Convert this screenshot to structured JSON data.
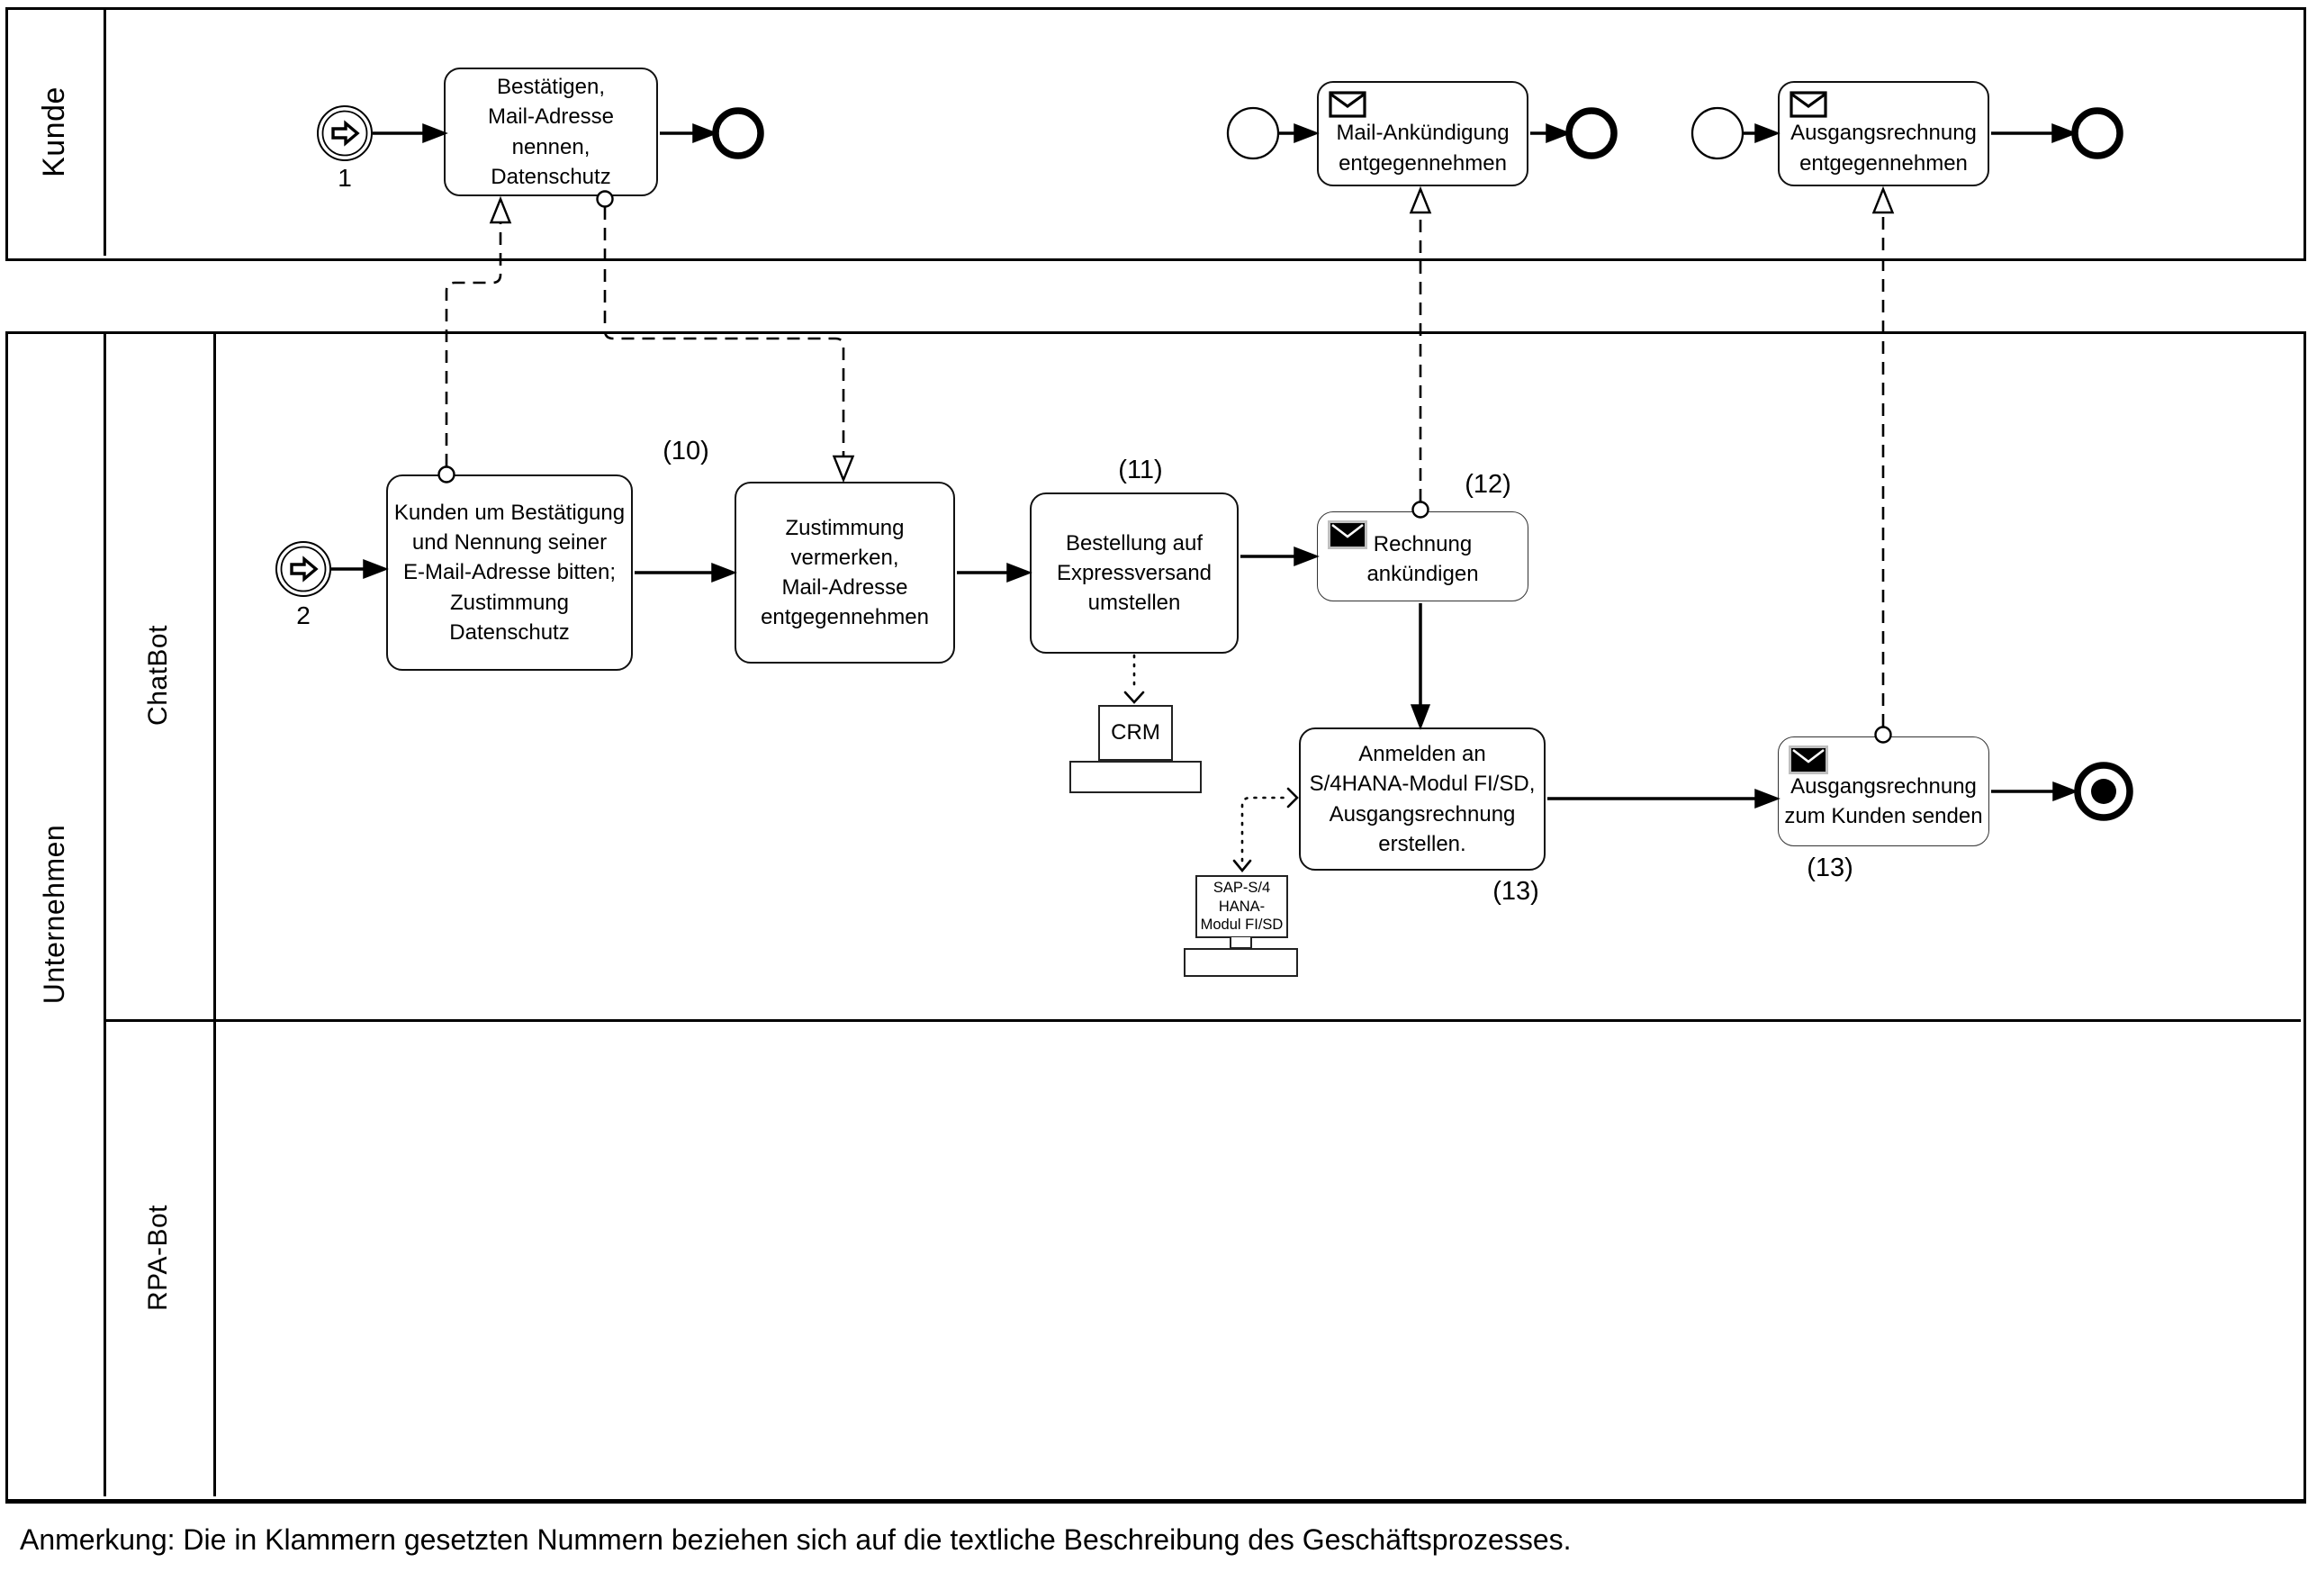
{
  "pools": {
    "kunde": {
      "label": "Kunde"
    },
    "unternehmen": {
      "label": "Unternehmen",
      "lanes": {
        "chatbot": {
          "label": "ChatBot"
        },
        "rpabot": {
          "label": "RPA-Bot"
        }
      }
    }
  },
  "events": {
    "start_kunde": {
      "label": "1",
      "type": "link-start"
    },
    "start_chatbot": {
      "label": "2",
      "type": "link-start"
    }
  },
  "tasks": {
    "bestaetigen": {
      "label": "Bestätigen,\nMail-Adresse\nnennen,\nDatenschutz"
    },
    "mail_ankuendigung": {
      "label": "Mail-Ankündigung\nentgegennehmen",
      "icon": "envelope-outline"
    },
    "ausgangsrechnung_empfangen": {
      "label": "Ausgangsrechnung\nentgegennehmen",
      "icon": "envelope-outline"
    },
    "kunden_bitten": {
      "label": "Kunden um Bestätigung\nund Nennung seiner\nE-Mail-Adresse bitten;\nZustimmung\nDatenschutz"
    },
    "zustimmung_vermerken": {
      "label": "Zustimmung\nvermerken,\nMail-Adresse\nentgegennehmen"
    },
    "bestellung_umstellen": {
      "label": "Bestellung auf\nExpressversand\numstellen"
    },
    "rechnung_ankuendigen": {
      "label": "Rechnung\nankündigen",
      "icon": "envelope-filled"
    },
    "anmelden_s4hana": {
      "label": "Anmelden an\nS/4HANA-Modul FI/SD,\nAusgangsrechnung\nerstellen."
    },
    "ausgangsrechnung_senden": {
      "label": "Ausgangsrechnung\nzum Kunden senden",
      "icon": "envelope-filled"
    }
  },
  "annotations": {
    "n10": "(10)",
    "n11": "(11)",
    "n12": "(12)",
    "n13a": "(13)",
    "n13b": "(13)"
  },
  "data_stores": {
    "crm": {
      "label": "CRM"
    },
    "sap": {
      "label": "SAP-S/4\nHANA-\nModul FI/SD"
    }
  },
  "footer": {
    "note": "Anmerkung: Die in Klammern gesetzten Nummern beziehen sich auf die textliche Beschreibung des Geschäftsprozesses."
  },
  "colors": {
    "line": "#000000",
    "background": "#ffffff",
    "icon_halo": "#bfbfbf"
  }
}
